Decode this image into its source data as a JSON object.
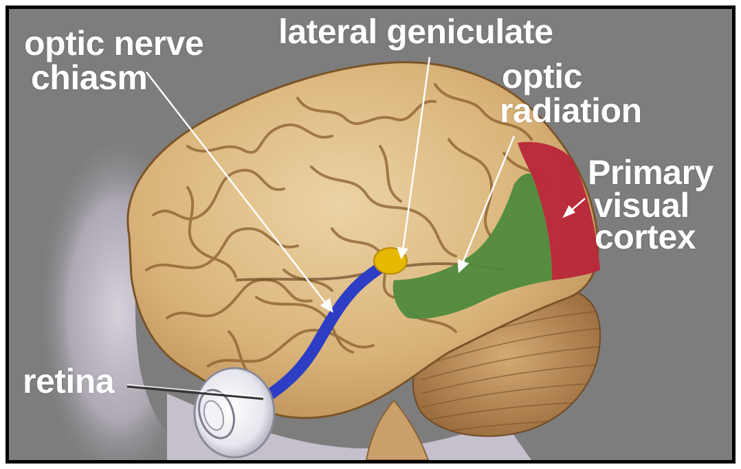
{
  "labels": {
    "optic_nerve": "optic nerve",
    "chiasm": "chiasm",
    "lateral_geniculate": "lateral geniculate",
    "optic": "optic",
    "radiation": "radiation",
    "primary": "Primary",
    "visual": "visual",
    "cortex": "cortex",
    "retina": "retina"
  },
  "colors": {
    "background": "#7d7d7d",
    "frame": "#000000",
    "brain": "#dcb882",
    "optic_nerve_path": "#2e3ec4",
    "lateral_geniculate_nucleus": "#e6b800",
    "optic_radiation": "#4f8a3c",
    "primary_visual_cortex": "#b8283a",
    "label_text": "#ffffff"
  }
}
